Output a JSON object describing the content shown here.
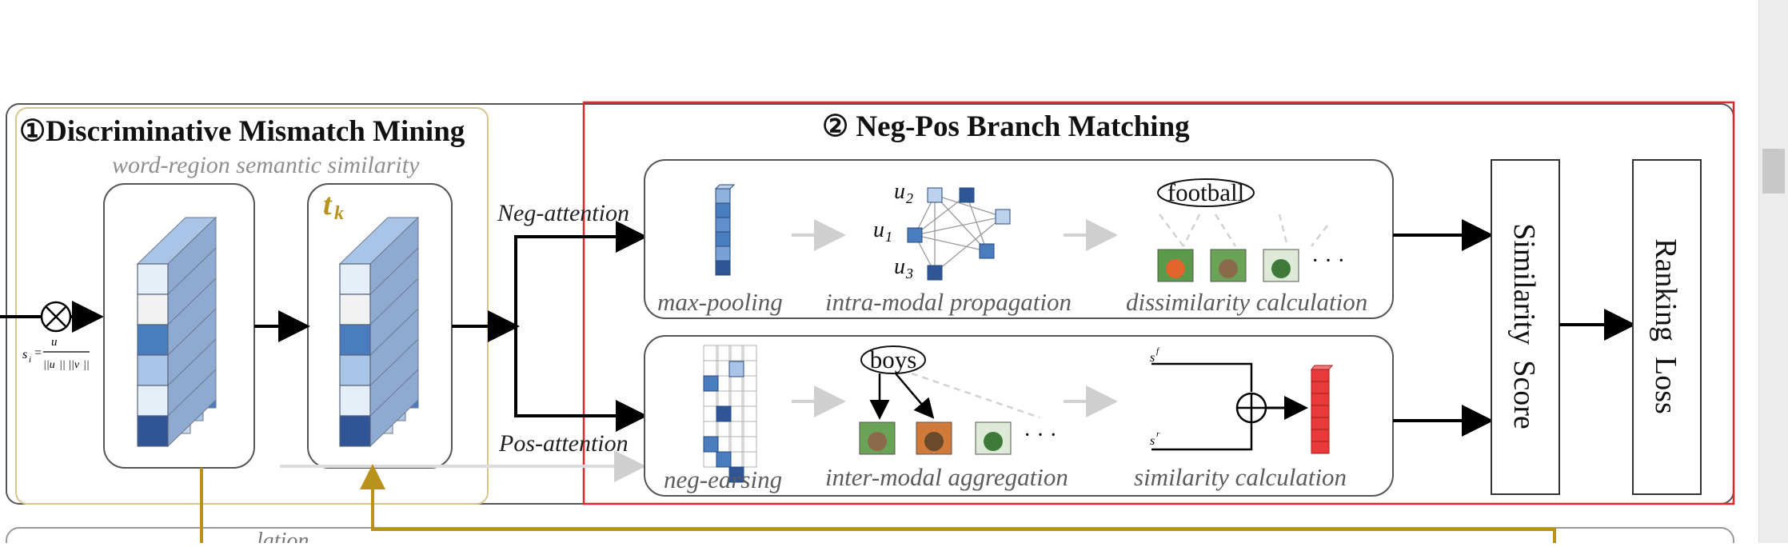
{
  "section1": {
    "title": "①Discriminative Mismatch Mining",
    "subtitle": "word-region semantic similarity",
    "tk_label": "t",
    "tk_sub": "k",
    "formula_lhs": "s",
    "formula_sub": "i",
    "formula_num": "u",
    "formula_den": "||u",
    "formula_den2": "|| ||v",
    "formula_den3": "||"
  },
  "section2": {
    "title": "② Neg-Pos Branch Matching"
  },
  "branches": {
    "neg": "Neg-attention",
    "pos": "Pos-attention"
  },
  "top_panel": {
    "captions": [
      "max-pooling",
      "intra-modal propagation",
      "dissimilarity calculation"
    ],
    "word": "football",
    "nodes": [
      "u",
      "u",
      "u"
    ],
    "node_subs": [
      "2",
      "1",
      "3"
    ],
    "ellipsis": "· · ·"
  },
  "bottom_panel": {
    "captions": [
      "neg-earsing",
      "inter-modal aggregation",
      "similarity calculation"
    ],
    "word": "boys",
    "ellipsis": "· · ·",
    "s_f": "s",
    "s_f_sup": "f",
    "s_r": "s",
    "s_r_sup": "r"
  },
  "score_box": "Similarity  Score",
  "loss_box": "Ranking  Loss",
  "bottom_strip_text": "...lation",
  "colors": {
    "gold": "#b8921a",
    "red_frame": "#e0282d",
    "cube_dark": "#2f5597",
    "cube_mid": "#4a7cc0",
    "cube_light": "#a9c4e6",
    "red_bar": "#e83a3a"
  }
}
